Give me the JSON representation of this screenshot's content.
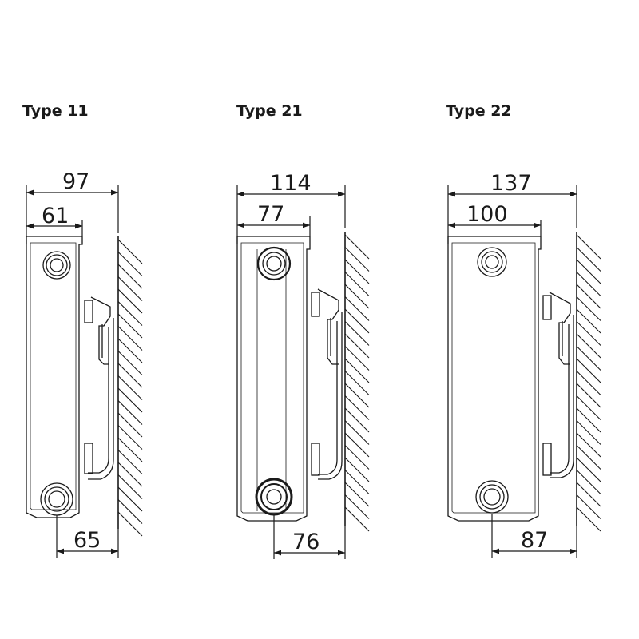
{
  "panels": [
    {
      "title": "Type 11",
      "dims": {
        "overall_depth": "97",
        "top_offset": "61",
        "bottom_offset": "65"
      }
    },
    {
      "title": "Type 21",
      "dims": {
        "overall_depth": "114",
        "top_offset": "77",
        "bottom_offset": "76"
      }
    },
    {
      "title": "Type 22",
      "dims": {
        "overall_depth": "137",
        "top_offset": "100",
        "bottom_offset": "87"
      }
    }
  ],
  "colors": {
    "line": "#1a1a1a",
    "background": "#ffffff"
  }
}
